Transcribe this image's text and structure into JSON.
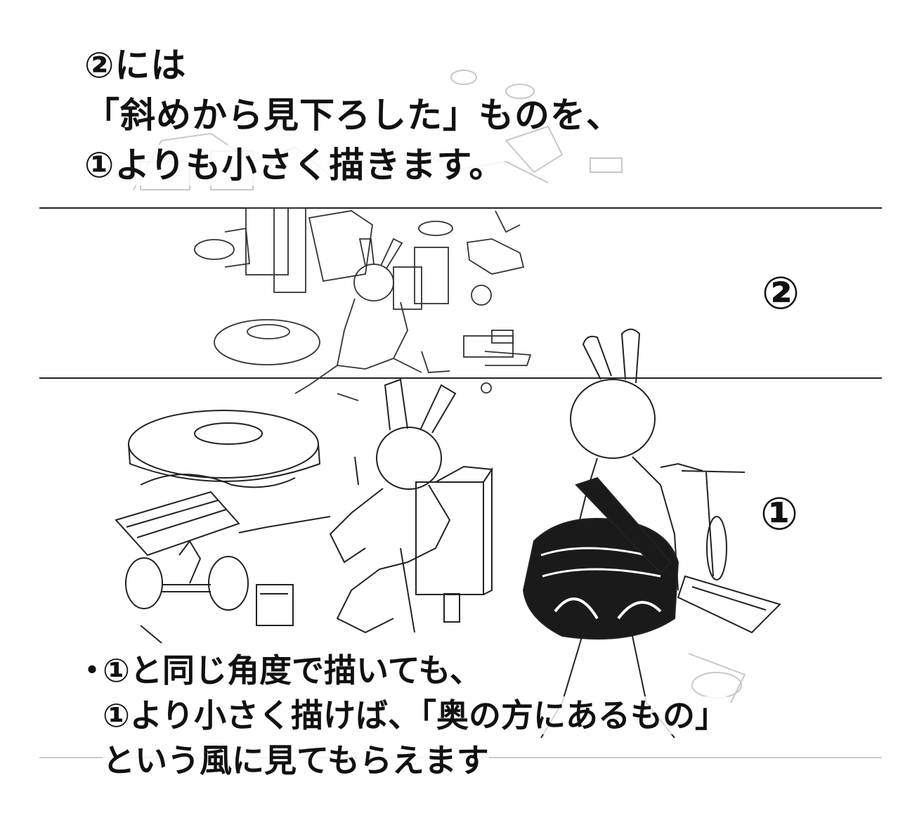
{
  "heading": {
    "line1": "②には",
    "line2": "「斜めから見下ろした」ものを、",
    "line3": "①よりも小さく描きます。"
  },
  "labels": {
    "panel2": "②",
    "panel1": "①"
  },
  "note": {
    "bullet": "・",
    "line1": "①と同じ角度で描いても、",
    "line2": "①より小さく描けば、「奥の方にあるもの」",
    "line3": "という風に見てもらえます"
  },
  "colors": {
    "ink": "#111111",
    "faint_ink": "#c8c8c8",
    "background": "#ffffff"
  }
}
